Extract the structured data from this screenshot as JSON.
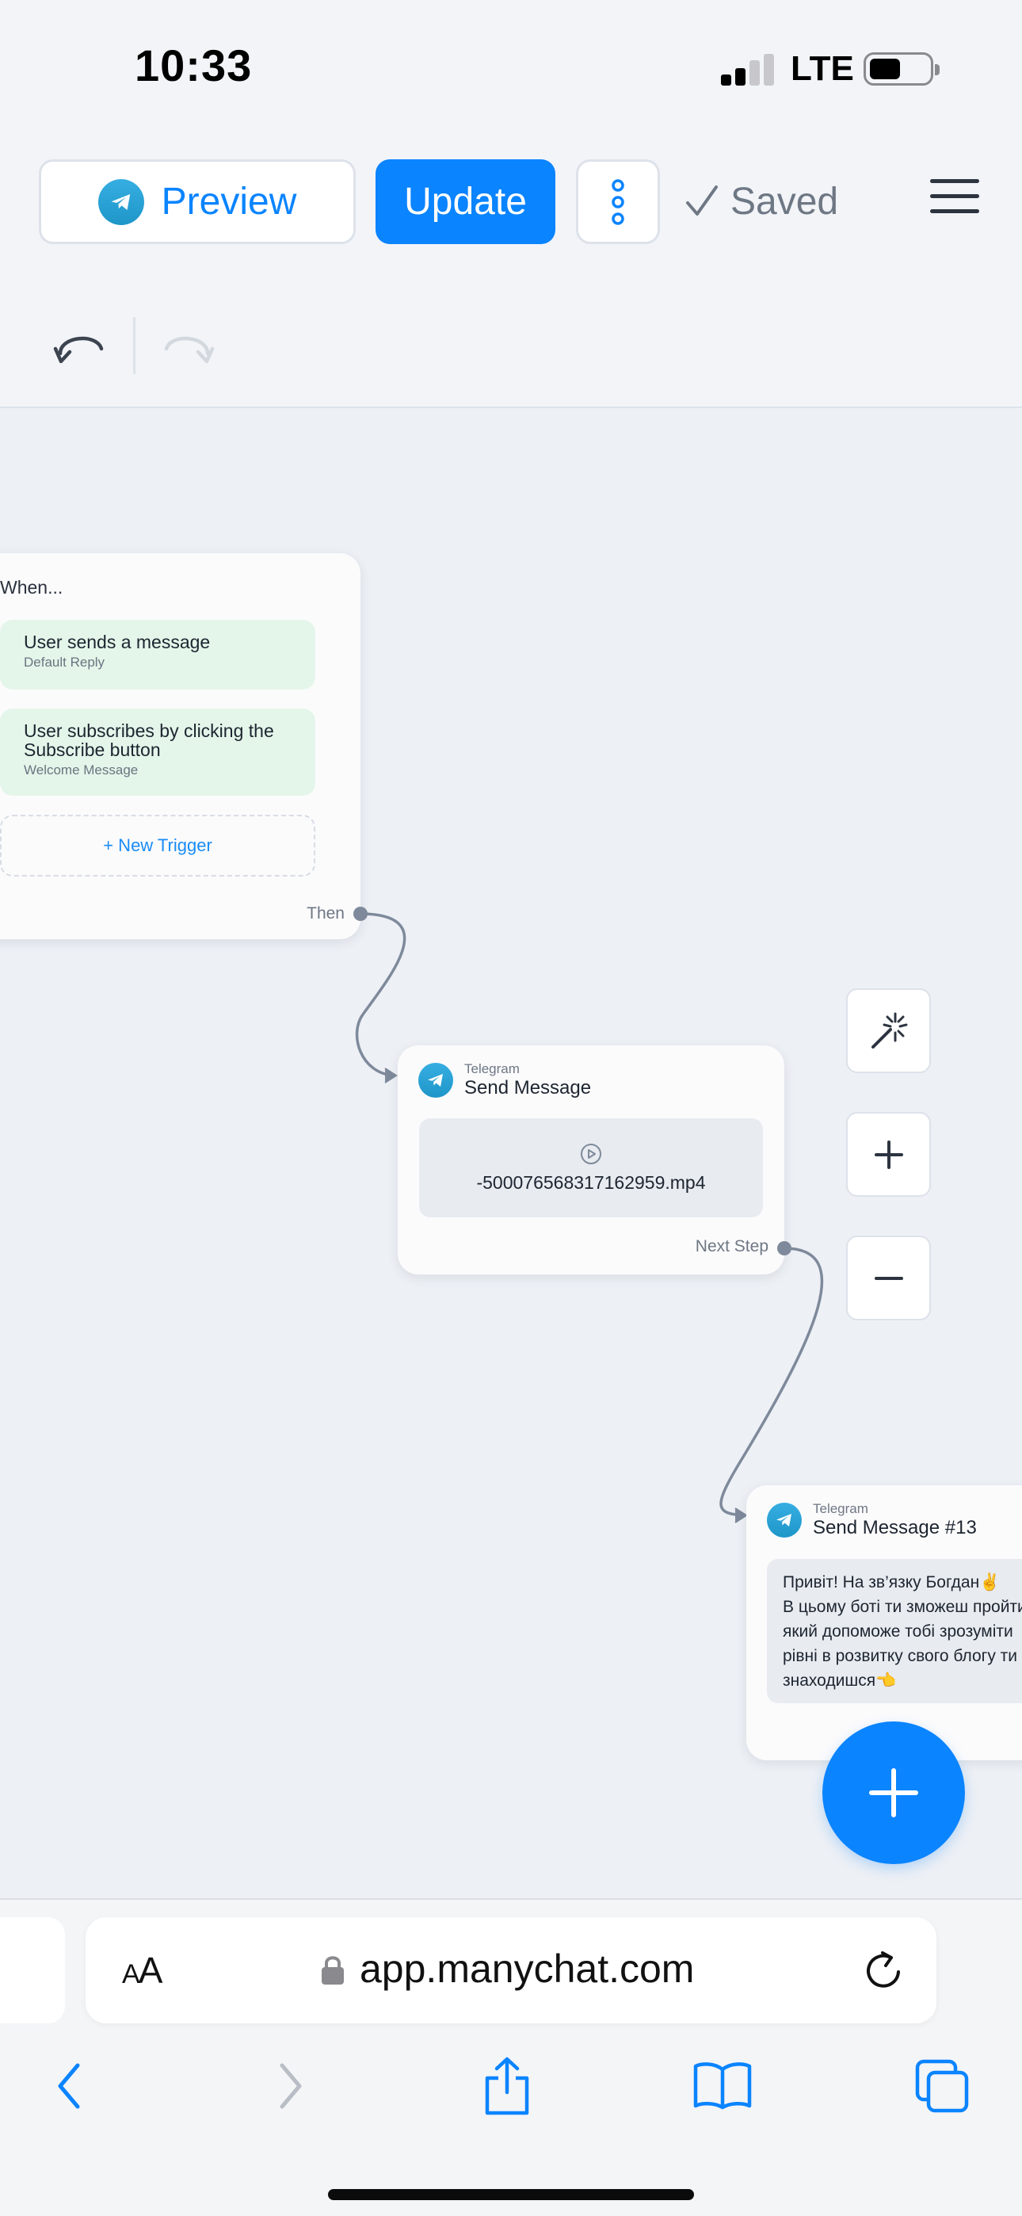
{
  "status_bar": {
    "time": "10:33",
    "network": "LTE"
  },
  "toolbar": {
    "preview_label": "Preview",
    "update_label": "Update",
    "saved_label": "Saved"
  },
  "flow": {
    "trigger_card": {
      "title": "When...",
      "triggers": [
        {
          "title": "User sends a message",
          "subtitle": "Default Reply"
        },
        {
          "title": "User subscribes by clicking the\nSubscribe button",
          "subtitle": "Welcome Message"
        }
      ],
      "new_trigger_label": "+ New Trigger",
      "then_label": "Then"
    },
    "send_message_card": {
      "channel": "Telegram",
      "title": "Send Message",
      "media_filename": "-500076568317162959.mp4",
      "next_step_label": "Next Step"
    },
    "send_message_13_card": {
      "channel": "Telegram",
      "title": "Send Message #13",
      "text": "Привіт! На зв’язку Богдан✌️\nВ цьому боті ти зможеш пройти\nякий допоможе тобі зрозуміти\nрівні в розвитку свого блогу ти\nзнаходишся👈"
    }
  },
  "browser": {
    "aa_label": "AA",
    "url": "app.manychat.com"
  },
  "icons": {
    "preview": "telegram-icon",
    "more": "vertical-dots-icon",
    "saved": "checkmark-icon",
    "menu": "hamburger-menu-icon",
    "undo": "undo-icon",
    "redo": "redo-icon",
    "magic": "magic-wand-icon",
    "zoom_in": "plus-icon",
    "zoom_out": "minus-icon",
    "add_step": "plus-icon",
    "lock": "lock-icon",
    "reload": "reload-icon",
    "back": "back-arrow-icon",
    "forward": "forward-arrow-icon",
    "share": "share-icon",
    "bookmarks": "book-icon",
    "tabs": "tabs-icon"
  },
  "colors": {
    "accent": "#0a84ff",
    "trigger_bg": "#e4f6ea",
    "canvas_bg": "#edf0f5",
    "connector": "#7e8a9b"
  }
}
